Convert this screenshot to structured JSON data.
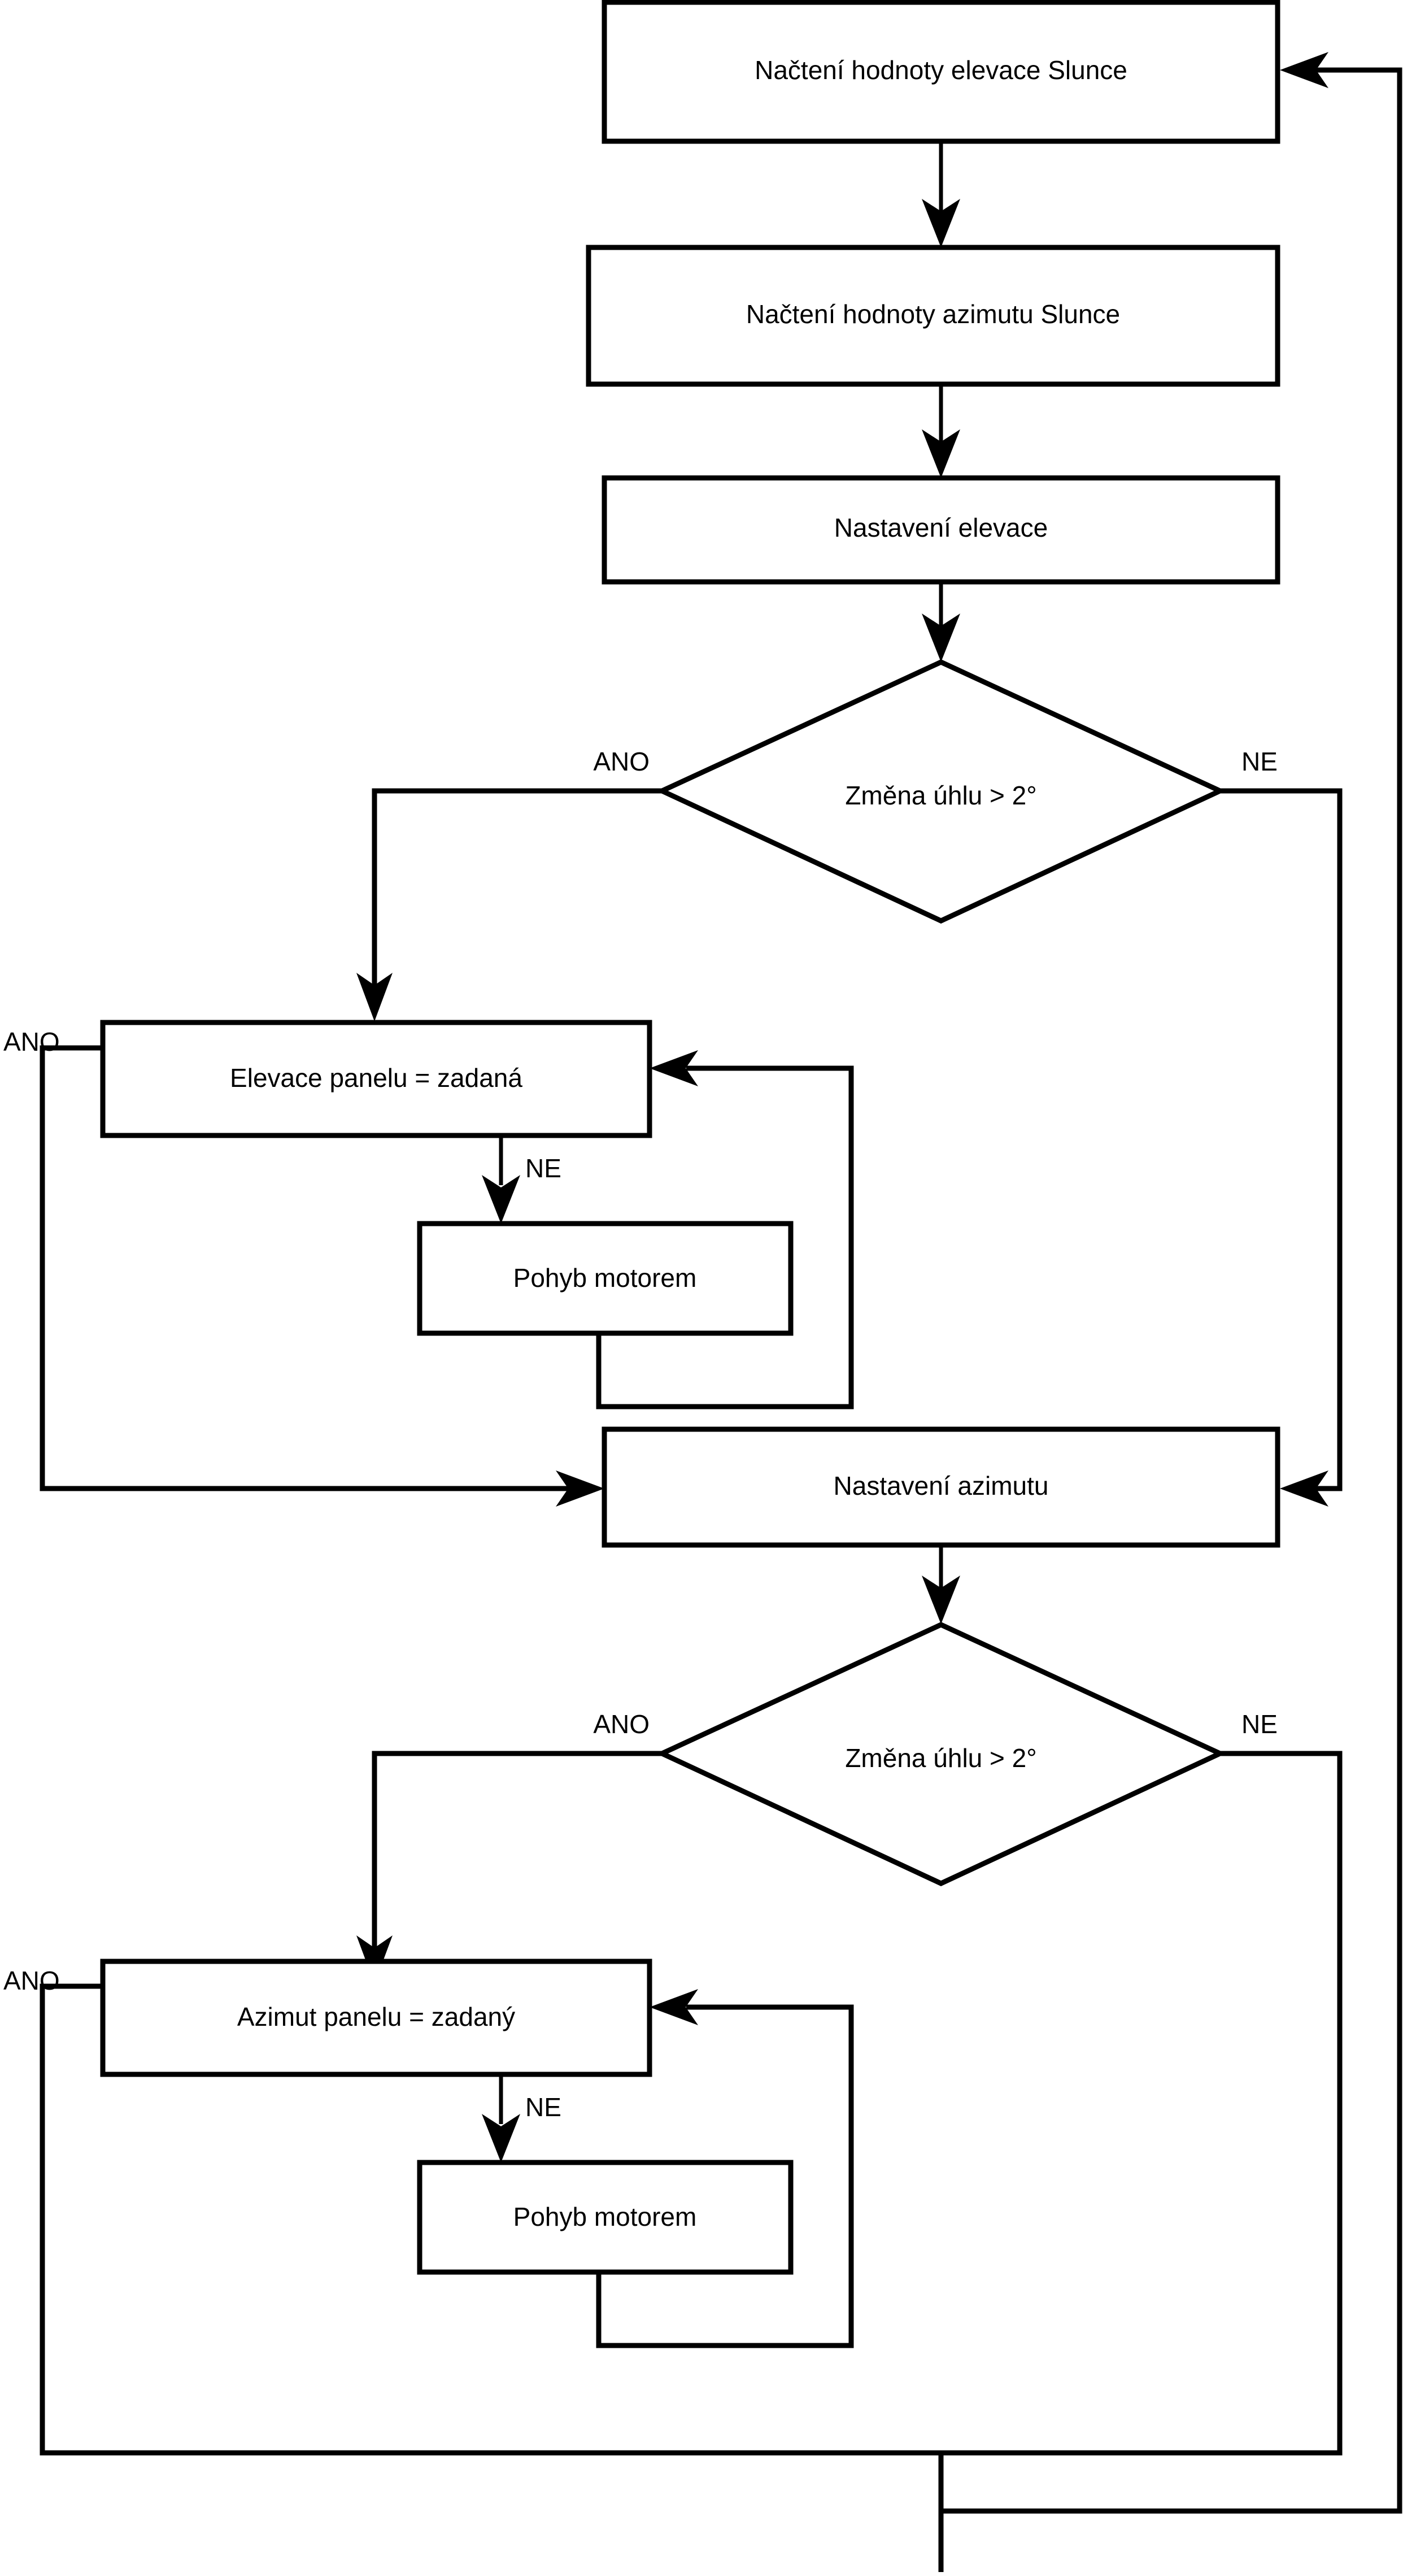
{
  "diagram": {
    "title": "Solar tracker control flowchart",
    "language": "cs",
    "background_color": "#ffffff",
    "line_color": "#000000",
    "nodes": {
      "read_elevation": "Načtení hodnoty elevace Slunce",
      "read_azimuth": "Načtení hodnoty azimutu Slunce",
      "set_elevation": "Nastavení elevace",
      "decision_elevation": "Změna úhlu > 2°",
      "panel_elevation_check": "Elevace panelu = zadaná",
      "motor_move_elevation": "Pohyb motorem",
      "set_azimuth": "Nastavení azimutu",
      "decision_azimuth": "Změna úhlu > 2°",
      "panel_azimuth_check": "Azimut panelu = zadaný",
      "motor_move_azimuth": "Pohyb motorem"
    },
    "edge_labels": {
      "decision_elevation_yes": "ANO",
      "decision_elevation_no": "NE",
      "elevation_check_yes": "ANO",
      "elevation_check_no": "NE",
      "decision_azimuth_yes": "ANO",
      "decision_azimuth_no": "NE",
      "azimuth_check_yes": "ANO",
      "azimuth_check_no": "NE"
    }
  }
}
